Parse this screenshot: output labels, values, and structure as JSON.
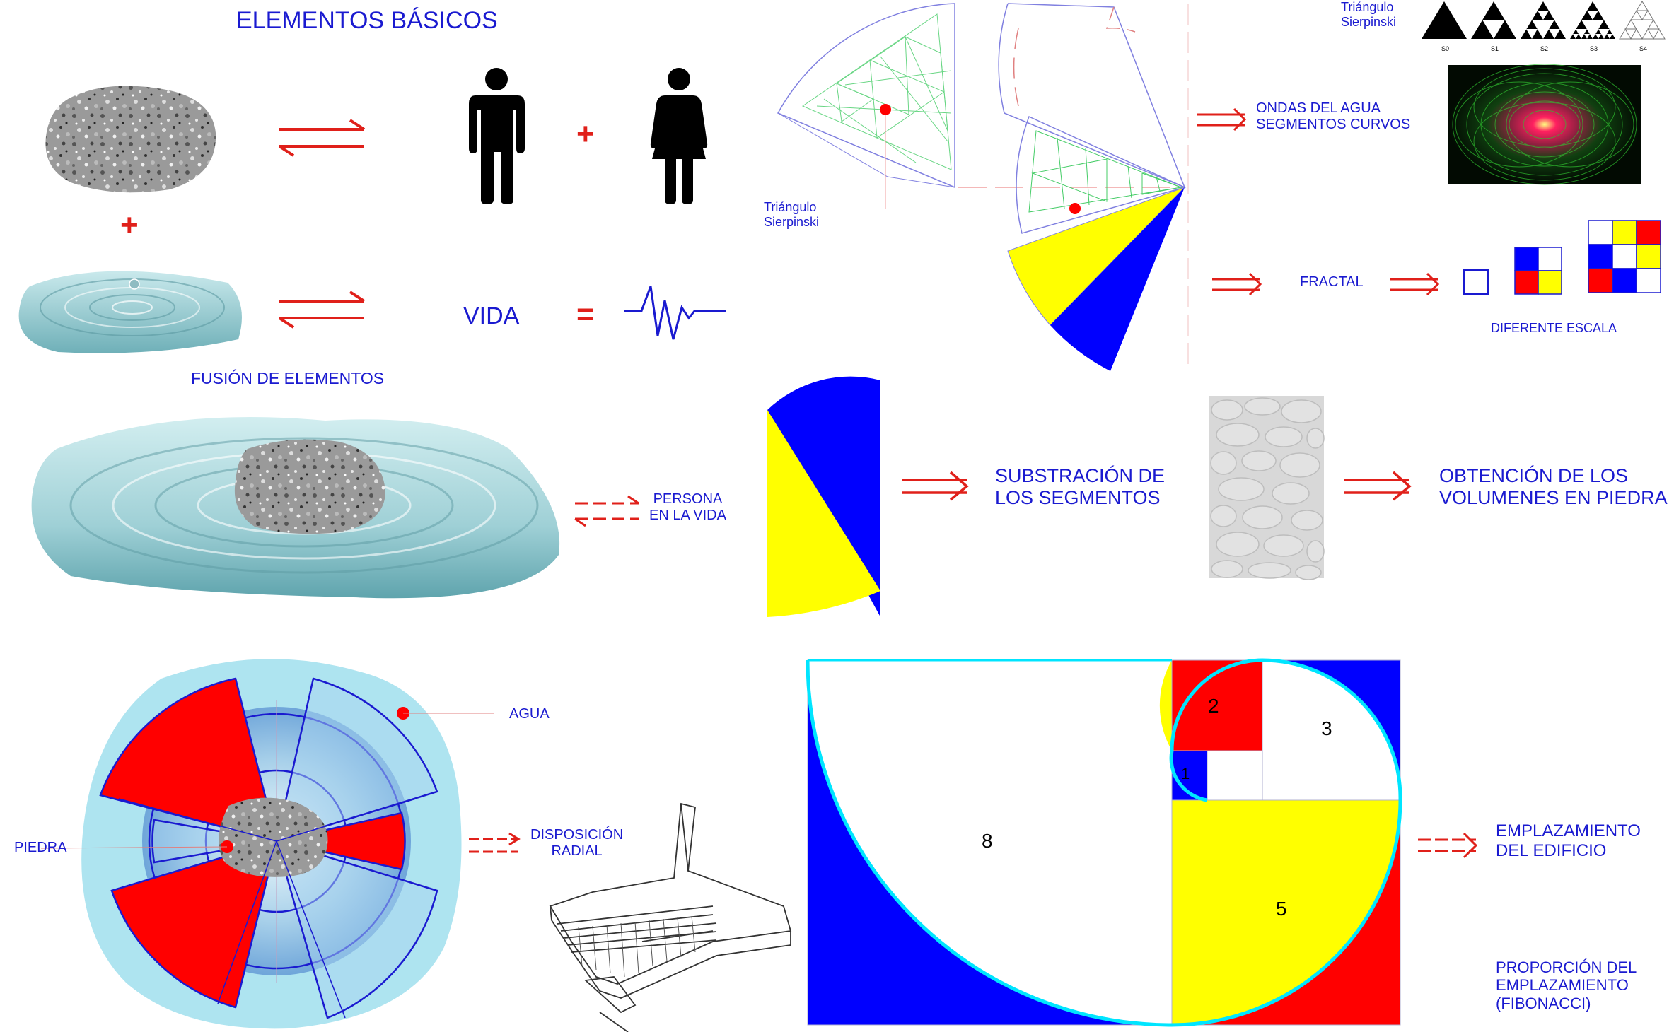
{
  "titles": {
    "main": "ELEMENTOS BÁSICOS",
    "fusion": "FUSIÓN DE ELEMENTOS"
  },
  "symbols": {
    "plus": "+",
    "equals": "=",
    "vida": "VIDA"
  },
  "labels": {
    "persona_en_la_vida": [
      "PERSONA",
      "EN LA VIDA"
    ],
    "triangulo_sierpinski_left": [
      "Triángulo",
      "Sierpinski"
    ],
    "triangulo_sierpinski_top": [
      "Triángulo",
      "Sierpinski"
    ],
    "ondas_del_agua": [
      "ONDAS DEL AGUA",
      "SEGMENTOS CURVOS"
    ],
    "fractal": "FRACTAL",
    "diferente_escala": "DIFERENTE ESCALA",
    "substracion": [
      "SUBSTRACIÓN DE",
      "LOS SEGMENTOS"
    ],
    "obtencion": [
      "OBTENCIÓN DE LOS",
      "VOLUMENES EN PIEDRA"
    ],
    "agua": "AGUA",
    "piedra": "PIEDRA",
    "disposicion": [
      "DISPOSICIÓN",
      "RADIAL"
    ],
    "emplazamiento": [
      "EMPLAZAMIENTO",
      "DEL EDIFICIO"
    ],
    "proporcion": [
      "PROPORCIÓN DEL",
      "EMPLAZAMIENTO",
      "(FIBONACCI)"
    ]
  },
  "sierpinski_steps": [
    "S0",
    "S1",
    "S2",
    "S3",
    "S4"
  ],
  "fibonacci_numbers": [
    "1",
    "2",
    "3",
    "5",
    "8"
  ],
  "colors": {
    "title_blue": "#1a1ad0",
    "arrow_red": "#e0201a",
    "fill_red": "#ff0000",
    "fill_blue": "#0000ff",
    "fill_yellow": "#ffff00",
    "spiral_cyan": "#00e5ff",
    "grid_green": "#44cc66",
    "water": "#a9d8dc"
  },
  "icons": [
    "stone-icon",
    "man-icon",
    "woman-icon",
    "water-ripple-icon",
    "heartbeat-icon",
    "building-sketch-icon"
  ]
}
